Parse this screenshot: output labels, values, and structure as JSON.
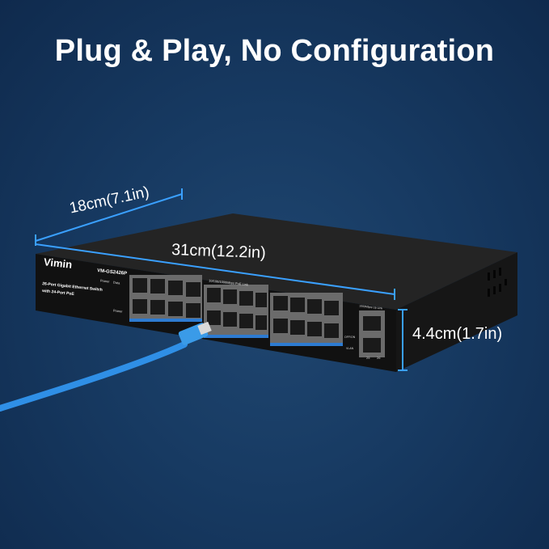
{
  "headline": "Plug & Play, No Configuration",
  "dimensions": {
    "depth": "18cm(7.1in)",
    "width": "31cm(12.2in)",
    "height": "4.4cm(1.7in)"
  },
  "device": {
    "brand": "Vimin",
    "model": "VM-GS2426P",
    "description_line1": "26-Port Gigabit Ethernet Switch",
    "description_line2": "with 24-Port PoE",
    "poe_label": "10/100/1000Mbps PoE Link",
    "uplink_label": "1000Mbps Up Link",
    "led_power": "Power",
    "led_data": "Data",
    "power_label": "Power",
    "vlan_label": "VLAN",
    "switch_label": "OFF/ON",
    "uplink_port_25": "25",
    "uplink_port_26": "26"
  },
  "colors": {
    "background": "#173a62",
    "chassis": "#1b1b1b",
    "dimension_line": "#3aa0ff",
    "cable": "#2f8fe6"
  }
}
